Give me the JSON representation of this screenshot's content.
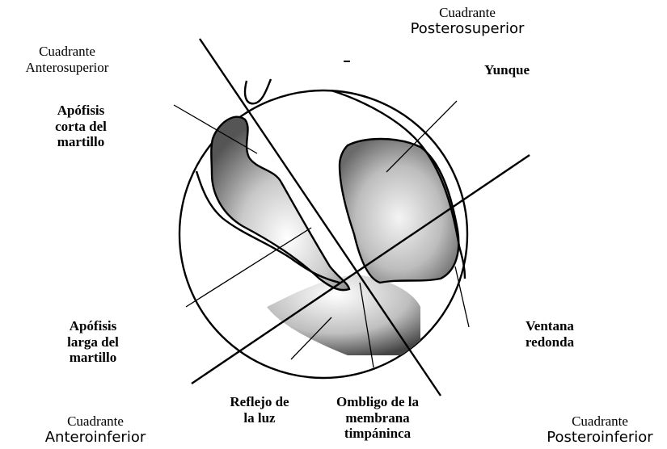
{
  "quadrants": {
    "postero_superior": {
      "line1": "Cuadrante",
      "line2": "Posterosuperior"
    },
    "antero_superior": {
      "line1": "Cuadrante",
      "line2": "Anterosuperior"
    },
    "antero_inferior": {
      "line1": "Cuadrante",
      "line2": "Anteroinferior"
    },
    "postero_inferior": {
      "line1": "Cuadrante",
      "line2": "Posteroinferior"
    }
  },
  "structures": {
    "apofisis_corta": [
      "Apófisis",
      "corta del",
      "martillo"
    ],
    "yunque": "Yunque",
    "apofisis_larga": [
      "Apófisis",
      "larga del",
      "martillo"
    ],
    "ventana_redonda": [
      "Ventana",
      "redonda"
    ],
    "reflejo_luz": [
      "Reflejo de",
      "la luz"
    ],
    "ombligo": [
      "Ombligo de la",
      "membrana",
      "timpáninca"
    ]
  }
}
